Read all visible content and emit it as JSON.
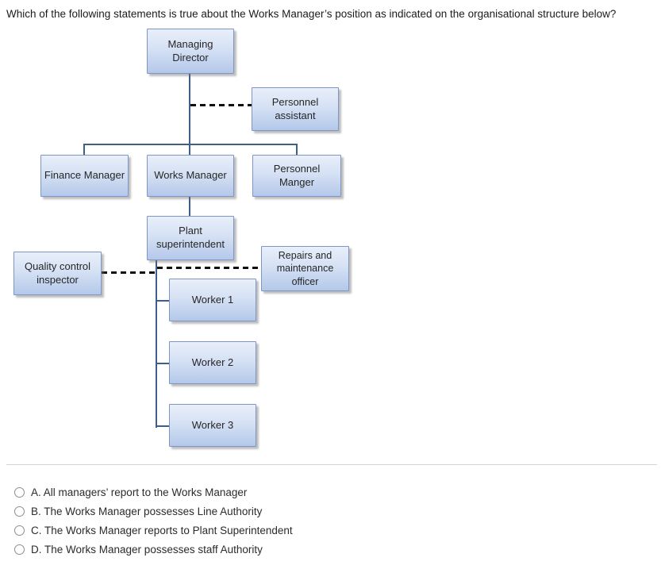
{
  "question": "Which of the following statements is true about the Works Manager’s position as indicated on the organisational structure below?",
  "nodes": {
    "managing_director": "Managing\nDirector",
    "personnel_assistant": "Personnel\nassistant",
    "finance_manager": "Finance Manager",
    "works_manager": "Works Manager",
    "personnel_manger": "Personnel\nManger",
    "plant_superintendent": "Plant\nsuperintendent",
    "quality_control_inspector": "Quality control\ninspector",
    "repairs_maintenance_officer": "Repairs and\nmaintenance\nofficer",
    "worker_1": "Worker 1",
    "worker_2": "Worker 2",
    "worker_3": "Worker 3"
  },
  "options": [
    {
      "label": "A. All managers’ report to the Works Manager"
    },
    {
      "label": "B. The Works Manager possesses Line Authority"
    },
    {
      "label": "C. The Works Manager reports to Plant Superintendent"
    },
    {
      "label": "D. The Works Manager possesses staff Authority"
    }
  ],
  "colors": {
    "node_fill_top": "#e9effa",
    "node_fill_bottom": "#b4c8ea",
    "node_border": "#7e96c6",
    "connector_line": "#3d5f88",
    "dashed_line": "#0f0f0f",
    "divider": "#d6d6d6"
  }
}
